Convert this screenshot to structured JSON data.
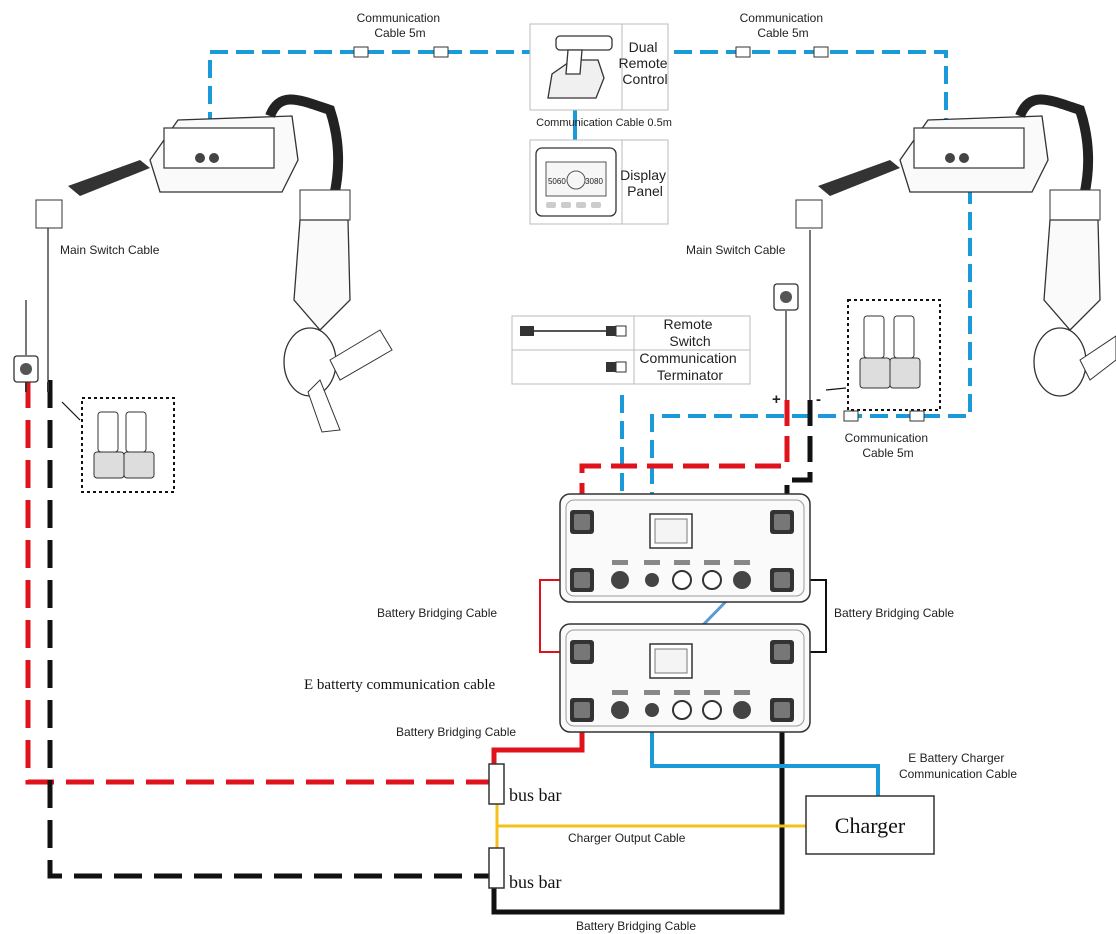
{
  "labels": {
    "comm_cable_tl": [
      "Communication",
      "Cable 5m"
    ],
    "comm_cable_tr": [
      "Communication",
      "Cable 5m"
    ],
    "comm_cable_right": [
      "Communication",
      "Cable 5m"
    ],
    "dual_remote": [
      "Dual",
      "Remote",
      "Control"
    ],
    "comm_cable_05": "Communication Cable 0.5m",
    "display_panel": [
      "Display",
      "Panel"
    ],
    "main_switch_left": "Main Switch Cable",
    "main_switch_right": "Main Switch Cable",
    "remote_switch": [
      "Remote",
      "Switch"
    ],
    "comm_terminator": [
      "Communication",
      "Terminator"
    ],
    "battery_bridging_left": "Battery Bridging Cable",
    "battery_bridging_right": "Battery Bridging Cable",
    "battery_bridging_mid": "Battery Bridging Cable",
    "battery_bridging_bottom": "Battery Bridging Cable",
    "e_battery_comm": "E batterty communication cable",
    "e_battery_charger_comm": [
      "E Battery Charger",
      "Communication Cable"
    ],
    "bus_bar_top": "bus bar",
    "bus_bar_bottom": "bus bar",
    "charger": "Charger",
    "charger_output": "Charger Output Cable",
    "plus": "+",
    "minus": "-",
    "display_readout": [
      "5060",
      "3080"
    ]
  },
  "colors": {
    "positive": "#e0121b",
    "negative": "#111111",
    "communication": "#1a9ad8",
    "charger_output": "#f2c21a",
    "outline": "#333333"
  }
}
